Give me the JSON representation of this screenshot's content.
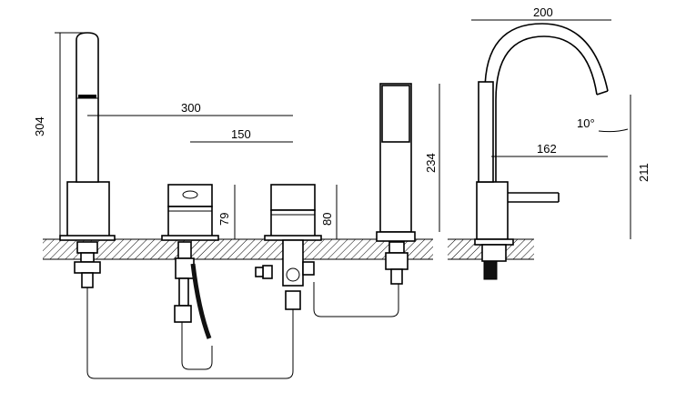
{
  "dimensions": {
    "spout_height": "304",
    "center_span": "300",
    "half_span": "150",
    "handle_left_height": "79",
    "handle_right_height": "80",
    "shower_height": "234",
    "side_reach": "200",
    "side_angle": "10°",
    "side_projection": "162",
    "side_height": "211"
  },
  "colors": {
    "line": "#000000",
    "hatch": "#000000",
    "hose": "#111111",
    "background": "#ffffff"
  }
}
